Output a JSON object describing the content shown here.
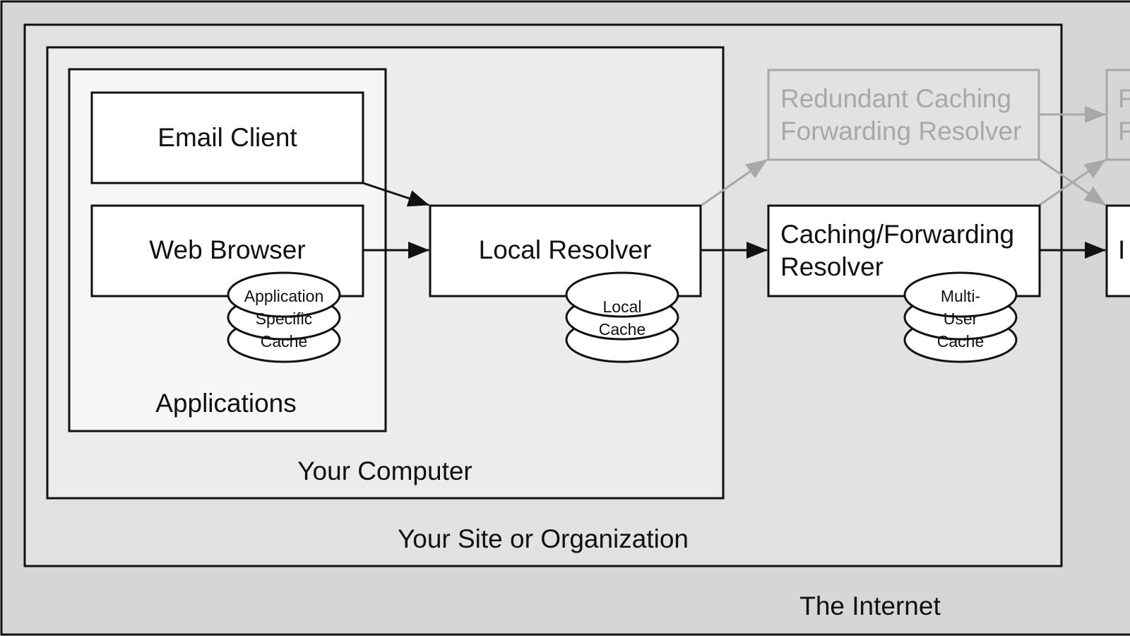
{
  "regions": {
    "internet": "The Internet",
    "site": "Your Site or Organization",
    "computer": "Your Computer",
    "applications": "Applications"
  },
  "components": {
    "email_client": "Email Client",
    "web_browser": "Web Browser",
    "local_resolver": "Local Resolver",
    "caching_forwarding_resolver": [
      "Caching/Forwarding",
      "Resolver"
    ],
    "redundant_resolver": [
      "Redundant Caching",
      "Forwarding Resolver"
    ],
    "right_partial_faded": [
      "F",
      "F"
    ],
    "right_partial_solid": "I"
  },
  "caches": {
    "application": [
      "Application",
      "Specific",
      "Cache"
    ],
    "local": [
      "Local",
      "Cache"
    ],
    "multi_user": [
      "Multi-",
      "User",
      "Cache"
    ]
  },
  "colors": {
    "internet_bg": "#d6d6d6",
    "site_bg": "#e2e2e2",
    "computer_bg": "#ececec",
    "applications_bg": "#f6f6f6",
    "box_bg": "#ffffff",
    "stroke": "#111111",
    "faded": "#a8a8a8"
  }
}
